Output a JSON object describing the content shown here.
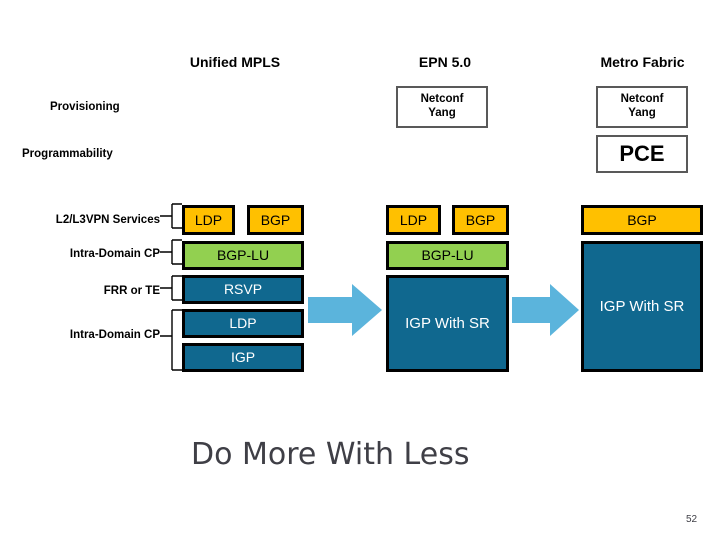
{
  "slide": {
    "page_number": "52",
    "footer_headline": "Do More With Less",
    "background_color": "#FFFFFF"
  },
  "colors": {
    "amber": "#FFC000",
    "green": "#92D050",
    "blue": "#10688F",
    "arrow_blue": "#5BB4DC",
    "box_border_gray": "#595959",
    "footer_gray": "#3F3F46"
  },
  "columns": [
    {
      "id": "unified-mpls",
      "title": "Unified MPLS"
    },
    {
      "id": "epn-5",
      "title": "EPN 5.0"
    },
    {
      "id": "metro-fabric",
      "title": "Metro Fabric"
    }
  ],
  "left_axis": {
    "provisioning": "Provisioning",
    "programmability": "Programmability",
    "rows": [
      {
        "id": "services",
        "label": "L2/L3VPN Services"
      },
      {
        "id": "intra-domain-cp-top",
        "label": "Intra-Domain CP"
      },
      {
        "id": "frr-or-te",
        "label": "FRR or TE"
      },
      {
        "id": "intra-domain-cp-bottom",
        "label": "Intra-Domain CP"
      }
    ]
  },
  "provisioning_row": {
    "epn5": {
      "line1": "Netconf",
      "line2": "Yang"
    },
    "metro": {
      "line1": "Netconf",
      "line2": "Yang"
    }
  },
  "programmability_row": {
    "metro": "PCE"
  },
  "stacks": {
    "unified_mpls": [
      {
        "id": "ldp-service",
        "label": "LDP",
        "color": "amber"
      },
      {
        "id": "bgp-service",
        "label": "BGP",
        "color": "amber"
      },
      {
        "id": "bgp-lu",
        "label": "BGP-LU",
        "color": "green"
      },
      {
        "id": "rsvp",
        "label": "RSVP",
        "color": "blue"
      },
      {
        "id": "ldp-transport",
        "label": "LDP",
        "color": "blue"
      },
      {
        "id": "igp",
        "label": "IGP",
        "color": "blue"
      }
    ],
    "epn5": [
      {
        "id": "ldp-service",
        "label": "LDP",
        "color": "amber"
      },
      {
        "id": "bgp-service",
        "label": "BGP",
        "color": "amber"
      },
      {
        "id": "bgp-lu",
        "label": "BGP-LU",
        "color": "green"
      },
      {
        "id": "igp-with-sr",
        "label": "IGP With SR",
        "color": "blue"
      }
    ],
    "metro_fabric": [
      {
        "id": "bgp-service",
        "label": "BGP",
        "color": "amber"
      },
      {
        "id": "igp-with-sr",
        "label": "IGP With SR",
        "color": "blue"
      }
    ]
  },
  "arrows": [
    {
      "id": "arrow-unified-to-epn",
      "direction": "right"
    },
    {
      "id": "arrow-epn-to-metro",
      "direction": "right"
    }
  ]
}
